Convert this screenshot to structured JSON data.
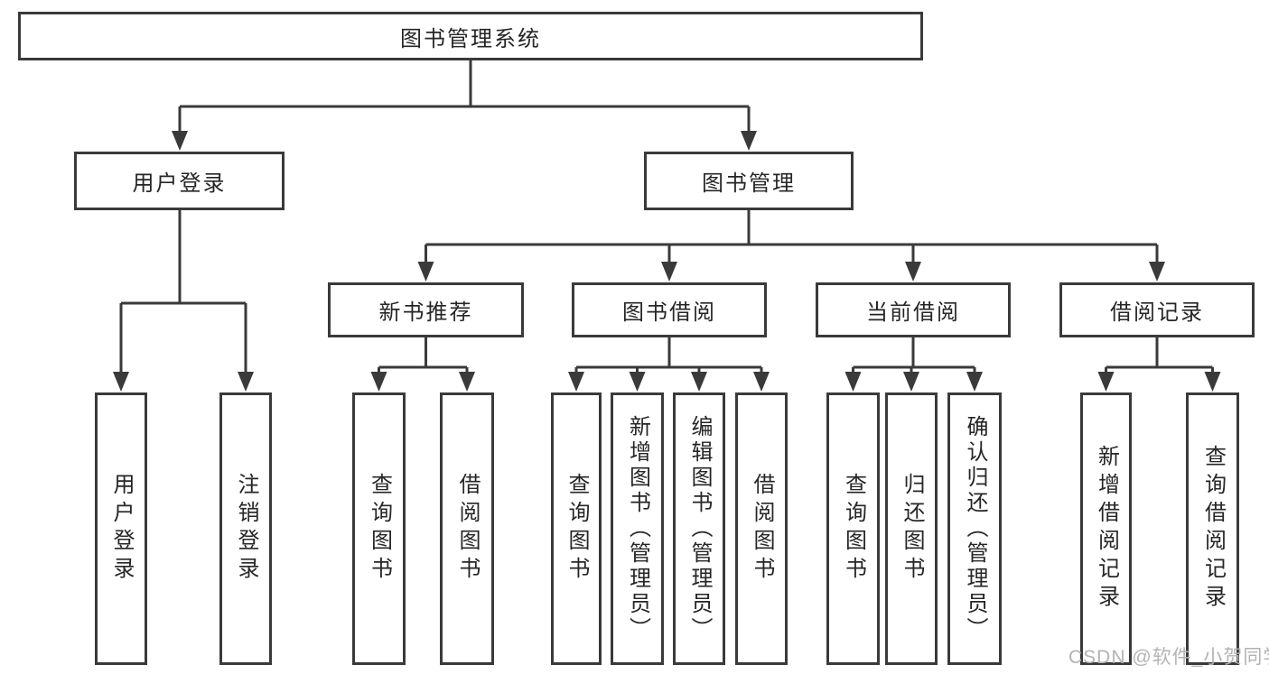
{
  "diagram": {
    "tree": {
      "label": "图书管理系统",
      "children": [
        {
          "label": "用户登录",
          "children": [
            {
              "label": "用户登录"
            },
            {
              "label": "注销登录"
            }
          ]
        },
        {
          "label": "图书管理",
          "children": [
            {
              "label": "新书推荐",
              "children": [
                {
                  "label": "查询图书"
                },
                {
                  "label": "借阅图书"
                }
              ]
            },
            {
              "label": "图书借阅",
              "children": [
                {
                  "label": "查询图书"
                },
                {
                  "label": "新增图书（管理员）"
                },
                {
                  "label": "编辑图书（管理员）"
                },
                {
                  "label": "借阅图书"
                }
              ]
            },
            {
              "label": "当前借阅",
              "children": [
                {
                  "label": "查询图书"
                },
                {
                  "label": "归还图书"
                },
                {
                  "label": "确认归还（管理员）"
                }
              ]
            },
            {
              "label": "借阅记录",
              "children": [
                {
                  "label": "新增借阅记录"
                },
                {
                  "label": "查询借阅记录"
                }
              ]
            }
          ]
        }
      ]
    },
    "colors": {
      "line": "#3a3a3a",
      "text": "#262626",
      "box_background": "#ffffff",
      "watermark": "#b3b3b3"
    }
  },
  "watermark": {
    "text": "CSDN @软件_小贺同学"
  }
}
